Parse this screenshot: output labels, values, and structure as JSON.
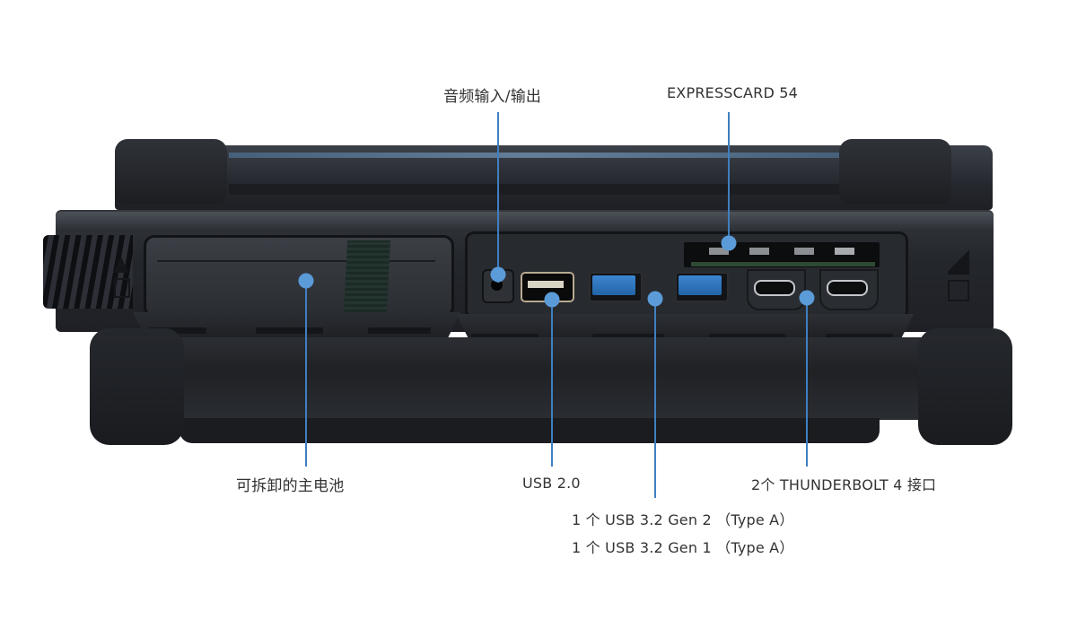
{
  "diagram": {
    "subject": "Rugged laptop side view",
    "callout_color": "#3f7fc0",
    "dot_color": "#5a9bd8",
    "callouts_top": [
      {
        "id": "audio",
        "label": "音频输入/输出"
      },
      {
        "id": "expresscard",
        "label": "EXPRESSCARD 54"
      }
    ],
    "callouts_bottom": [
      {
        "id": "battery",
        "label": "可拆卸的主电池"
      },
      {
        "id": "usb20",
        "label": "USB 2.0"
      },
      {
        "id": "thunderbolt",
        "label": "2个 THUNDERBOLT 4 接口"
      },
      {
        "id": "usb32_gen2",
        "label": "1 个 USB 3.2 Gen 2 （Type A）"
      },
      {
        "id": "usb32_gen1",
        "label": "1 个 USB 3.2 Gen 1 （Type A）"
      }
    ]
  }
}
